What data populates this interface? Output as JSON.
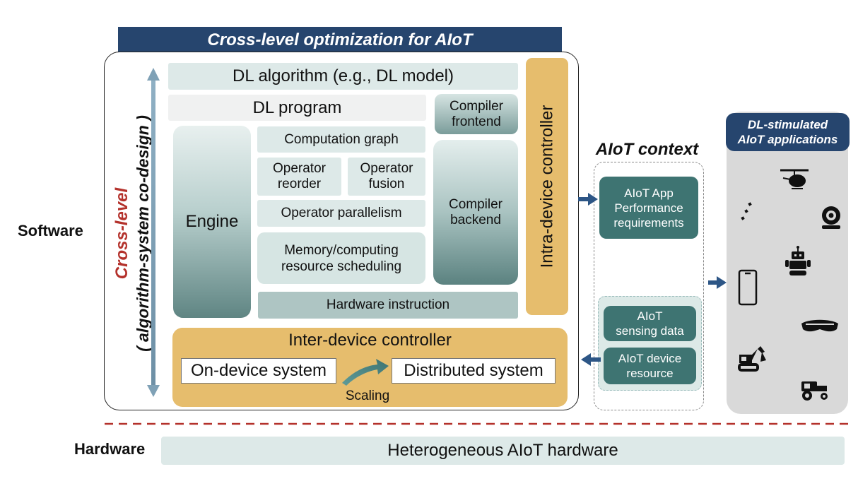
{
  "banner_title": "Cross-level optimization for AIoT",
  "cross_level": {
    "main": "Cross-level",
    "sub": "( algorithm-system co-design )"
  },
  "software_label": "Software",
  "hardware_label": "Hardware",
  "hardware_bar": "Heterogeneous AIoT hardware",
  "stack": {
    "dl_algorithm": "DL algorithm (e.g., DL model)",
    "dl_program": "DL program",
    "compiler_frontend": [
      "Compiler",
      "frontend"
    ],
    "engine": "Engine",
    "computation_graph": "Computation graph",
    "operator_reorder": [
      "Operator",
      "reorder"
    ],
    "operator_fusion": [
      "Operator",
      "fusion"
    ],
    "operator_parallelism": "Operator parallelism",
    "memory_scheduling": [
      "Memory/computing",
      "resource scheduling"
    ],
    "compiler_backend": [
      "Compiler",
      "backend"
    ],
    "hardware_instruction": "Hardware instruction",
    "intra_device": "Intra-device controller"
  },
  "inter_device": {
    "title": "Inter-device controller",
    "on_device": "On-device system",
    "distributed": "Distributed system",
    "scaling": "Scaling"
  },
  "context": {
    "title": "AIoT context",
    "app_performance": [
      "AIoT App",
      "Performance",
      "requirements"
    ],
    "sensing_data": [
      "AIoT",
      "sensing data"
    ],
    "device_resource": [
      "AIoT device",
      "resource"
    ]
  },
  "applications": {
    "header": [
      "DL-stimulated",
      "AIoT applications"
    ],
    "icons": [
      "helicopter-drone-icon",
      "ellipsis-icon",
      "webcam-icon",
      "robot-icon",
      "smartphone-icon",
      "vr-headset-icon",
      "excavator-icon",
      "tractor-icon"
    ]
  },
  "colors": {
    "navy": "#26456e",
    "gold": "#e6bd6d",
    "teal": "#3e7472",
    "pale_teal": "#dde9e8",
    "red_dash": "#b4322c"
  }
}
